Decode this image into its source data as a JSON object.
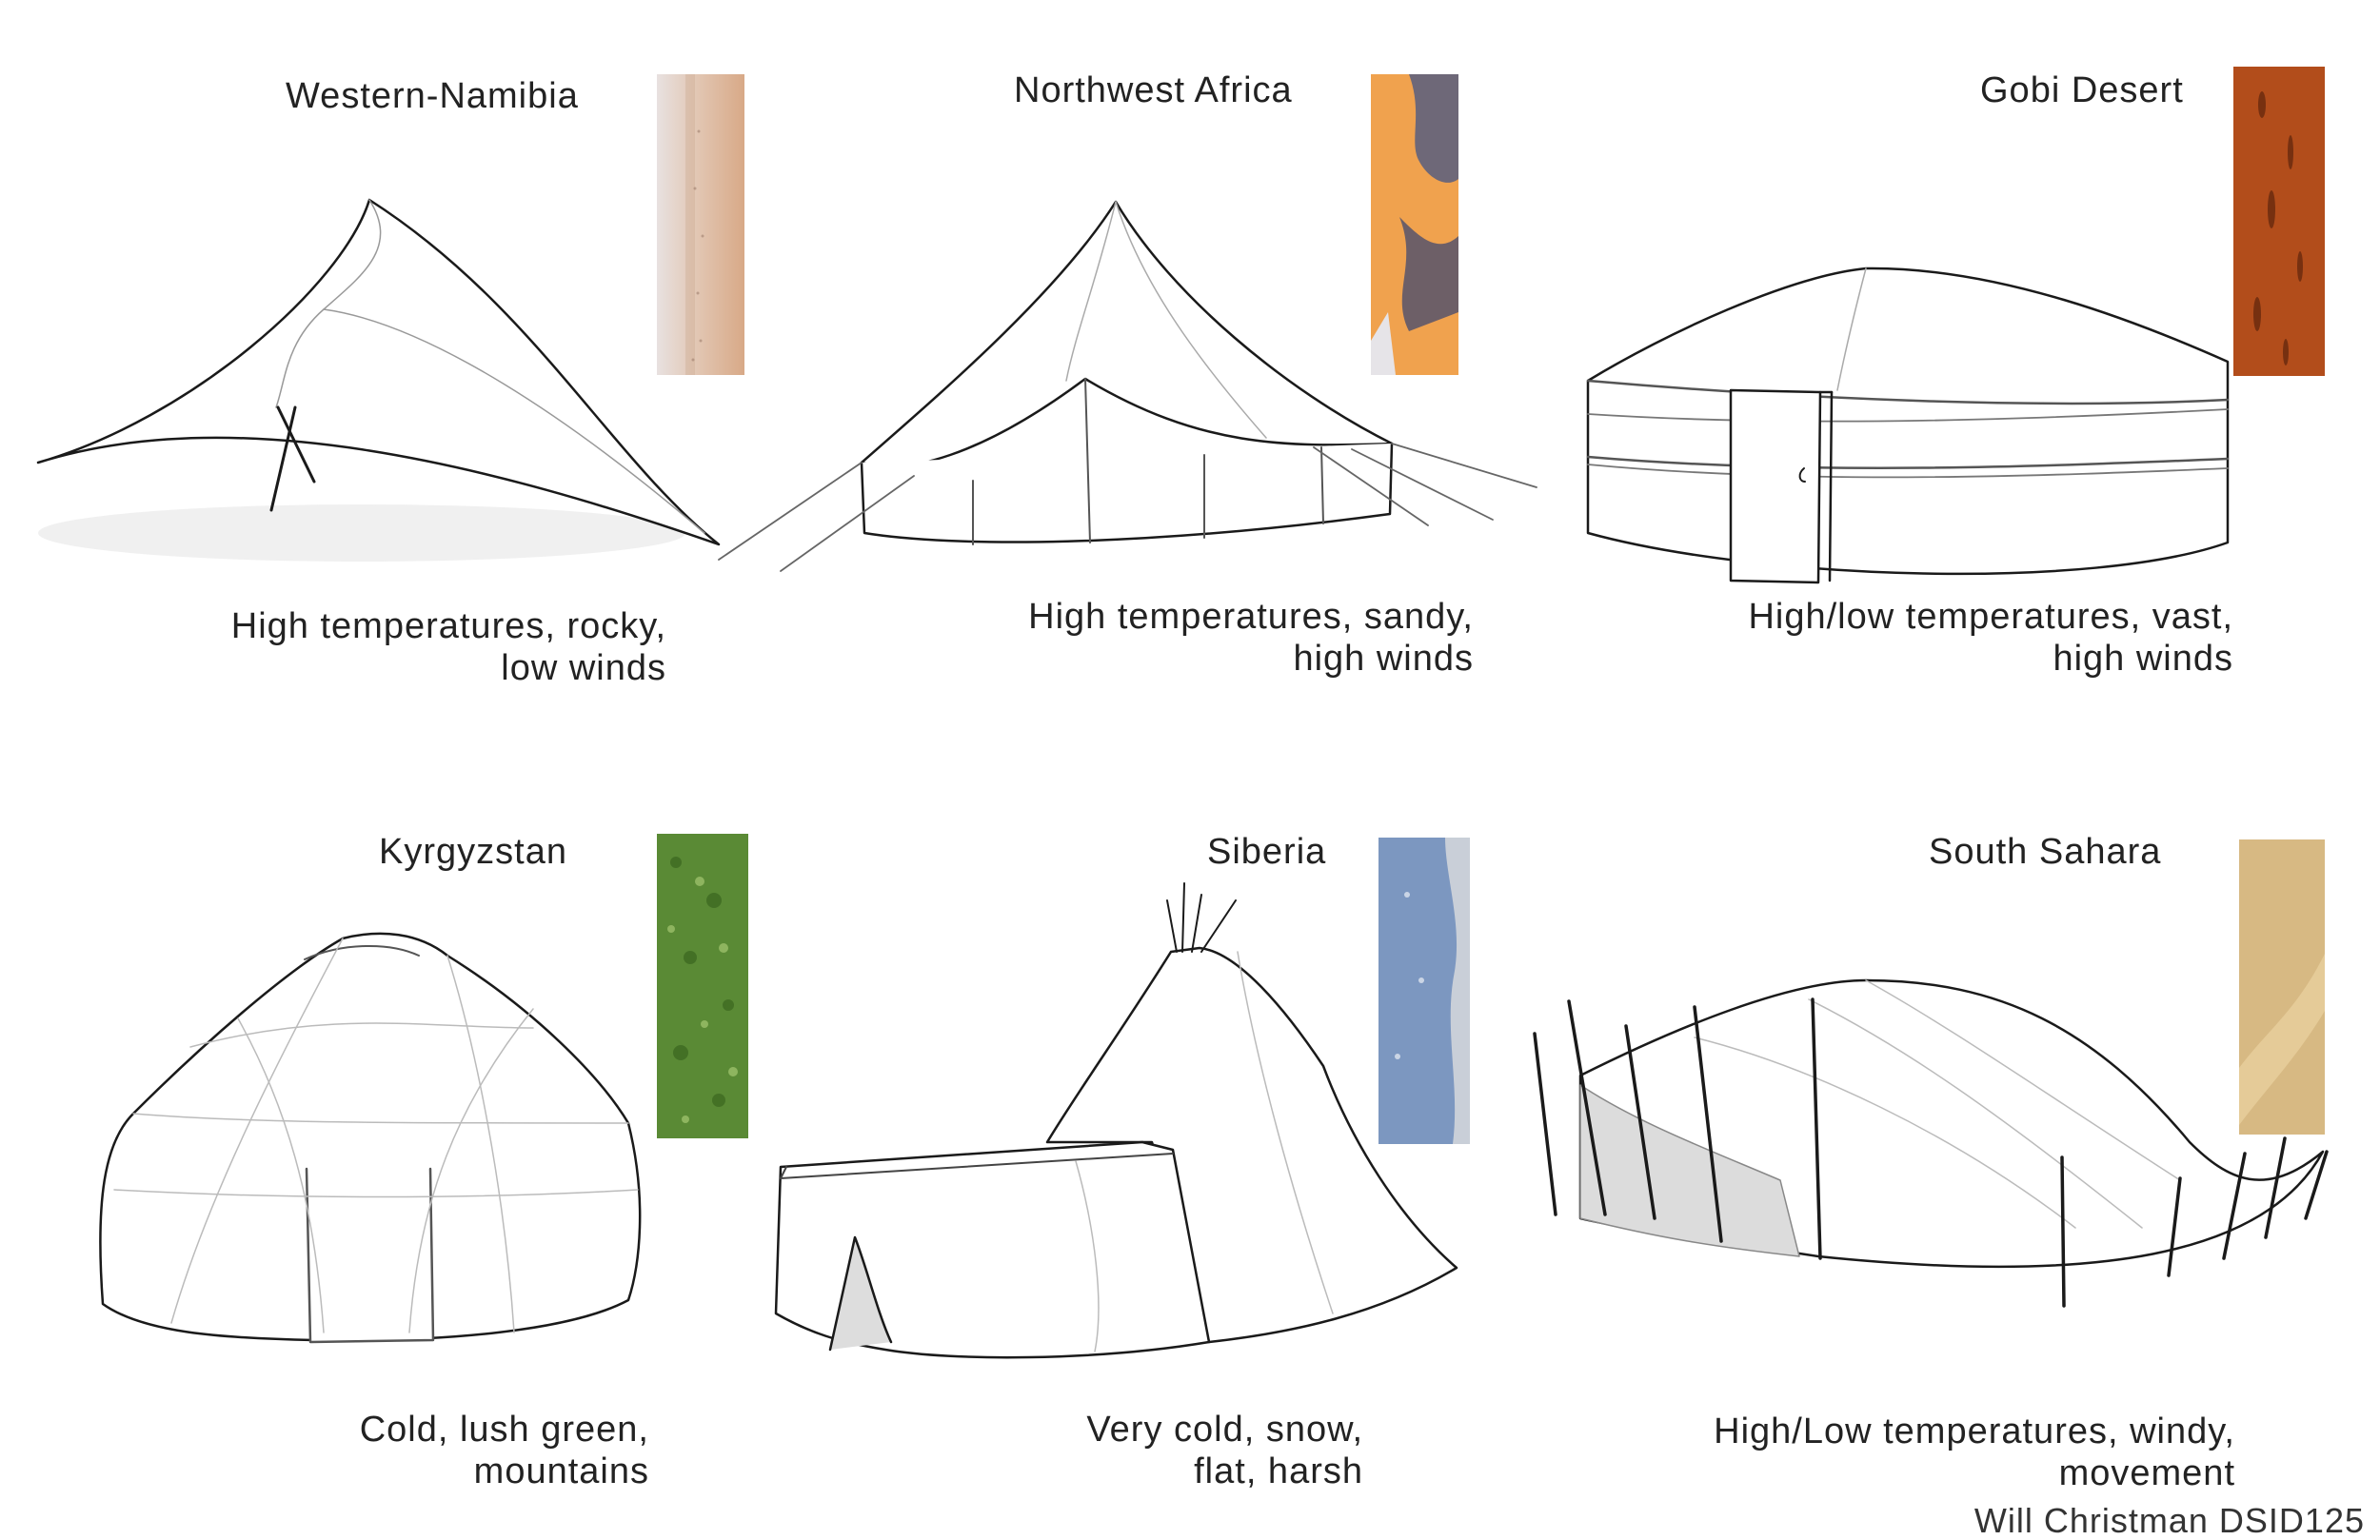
{
  "panels": [
    {
      "title": "Western-Namibia",
      "caption_line1": "High temperatures, rocky,",
      "caption_line2": "low winds",
      "drawing_icon": "tarp-tent-icon"
    },
    {
      "title": "Northwest Africa",
      "caption_line1": "High temperatures, sandy,",
      "caption_line2": "high winds",
      "drawing_icon": "bell-tent-icon"
    },
    {
      "title": "Gobi Desert",
      "caption_line1": "High/low temperatures, vast,",
      "caption_line2": "high winds",
      "drawing_icon": "ger-icon"
    },
    {
      "title": "Kyrgyzstan",
      "caption_line1": "Cold, lush green,",
      "caption_line2": "mountains",
      "drawing_icon": "yurt-icon"
    },
    {
      "title": "Siberia",
      "caption_line1": "Very cold, snow,",
      "caption_line2": "flat, harsh",
      "drawing_icon": "chum-tent-icon"
    },
    {
      "title": "South Sahara",
      "caption_line1": "High/Low temperatures, windy,",
      "caption_line2": "movement",
      "drawing_icon": "nomad-pole-tent-icon"
    }
  ],
  "credit": "Will Christman DSID125",
  "colors": {
    "text": "#222222",
    "line": "#1a1a1a",
    "sand_namibia": "#d9b79a",
    "orange_dune": "#f1a85a",
    "gobi_rust": "#b3501c",
    "grass_green": "#5f8a3a",
    "siberia_ice": "#7c97c0",
    "sahara_sand": "#d9bb86"
  }
}
